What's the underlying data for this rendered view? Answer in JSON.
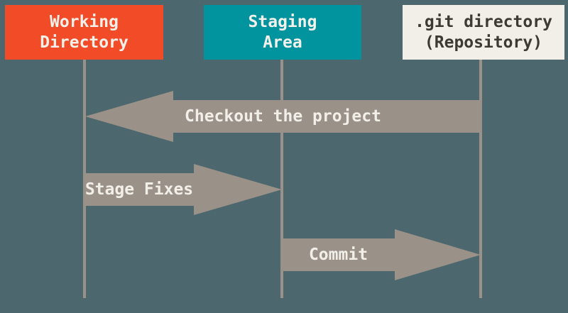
{
  "diagram": {
    "columns": [
      {
        "id": "working-directory",
        "line1": "Working",
        "line2": "Directory"
      },
      {
        "id": "staging-area",
        "line1": "Staging",
        "line2": "Area"
      },
      {
        "id": "git-directory",
        "line1": ".git directory",
        "line2": "(Repository)"
      }
    ],
    "arrows": [
      {
        "label": "Checkout the project",
        "from": "git-directory",
        "to": "working-directory",
        "direction": "left"
      },
      {
        "label": "Stage Fixes",
        "from": "working-directory",
        "to": "staging-area",
        "direction": "right"
      },
      {
        "label": "Commit",
        "from": "staging-area",
        "to": "git-directory",
        "direction": "right"
      }
    ],
    "colors": {
      "background": "#4D676E",
      "working_directory_fill": "#F24B28",
      "staging_area_fill": "#01939E",
      "git_directory_fill": "#F1EFE7",
      "box_text_light": "#F4F1EB",
      "box_text_dark": "#3D3935",
      "arrow_fill": "#9A9189",
      "arrow_text": "#F2EFE9"
    }
  }
}
